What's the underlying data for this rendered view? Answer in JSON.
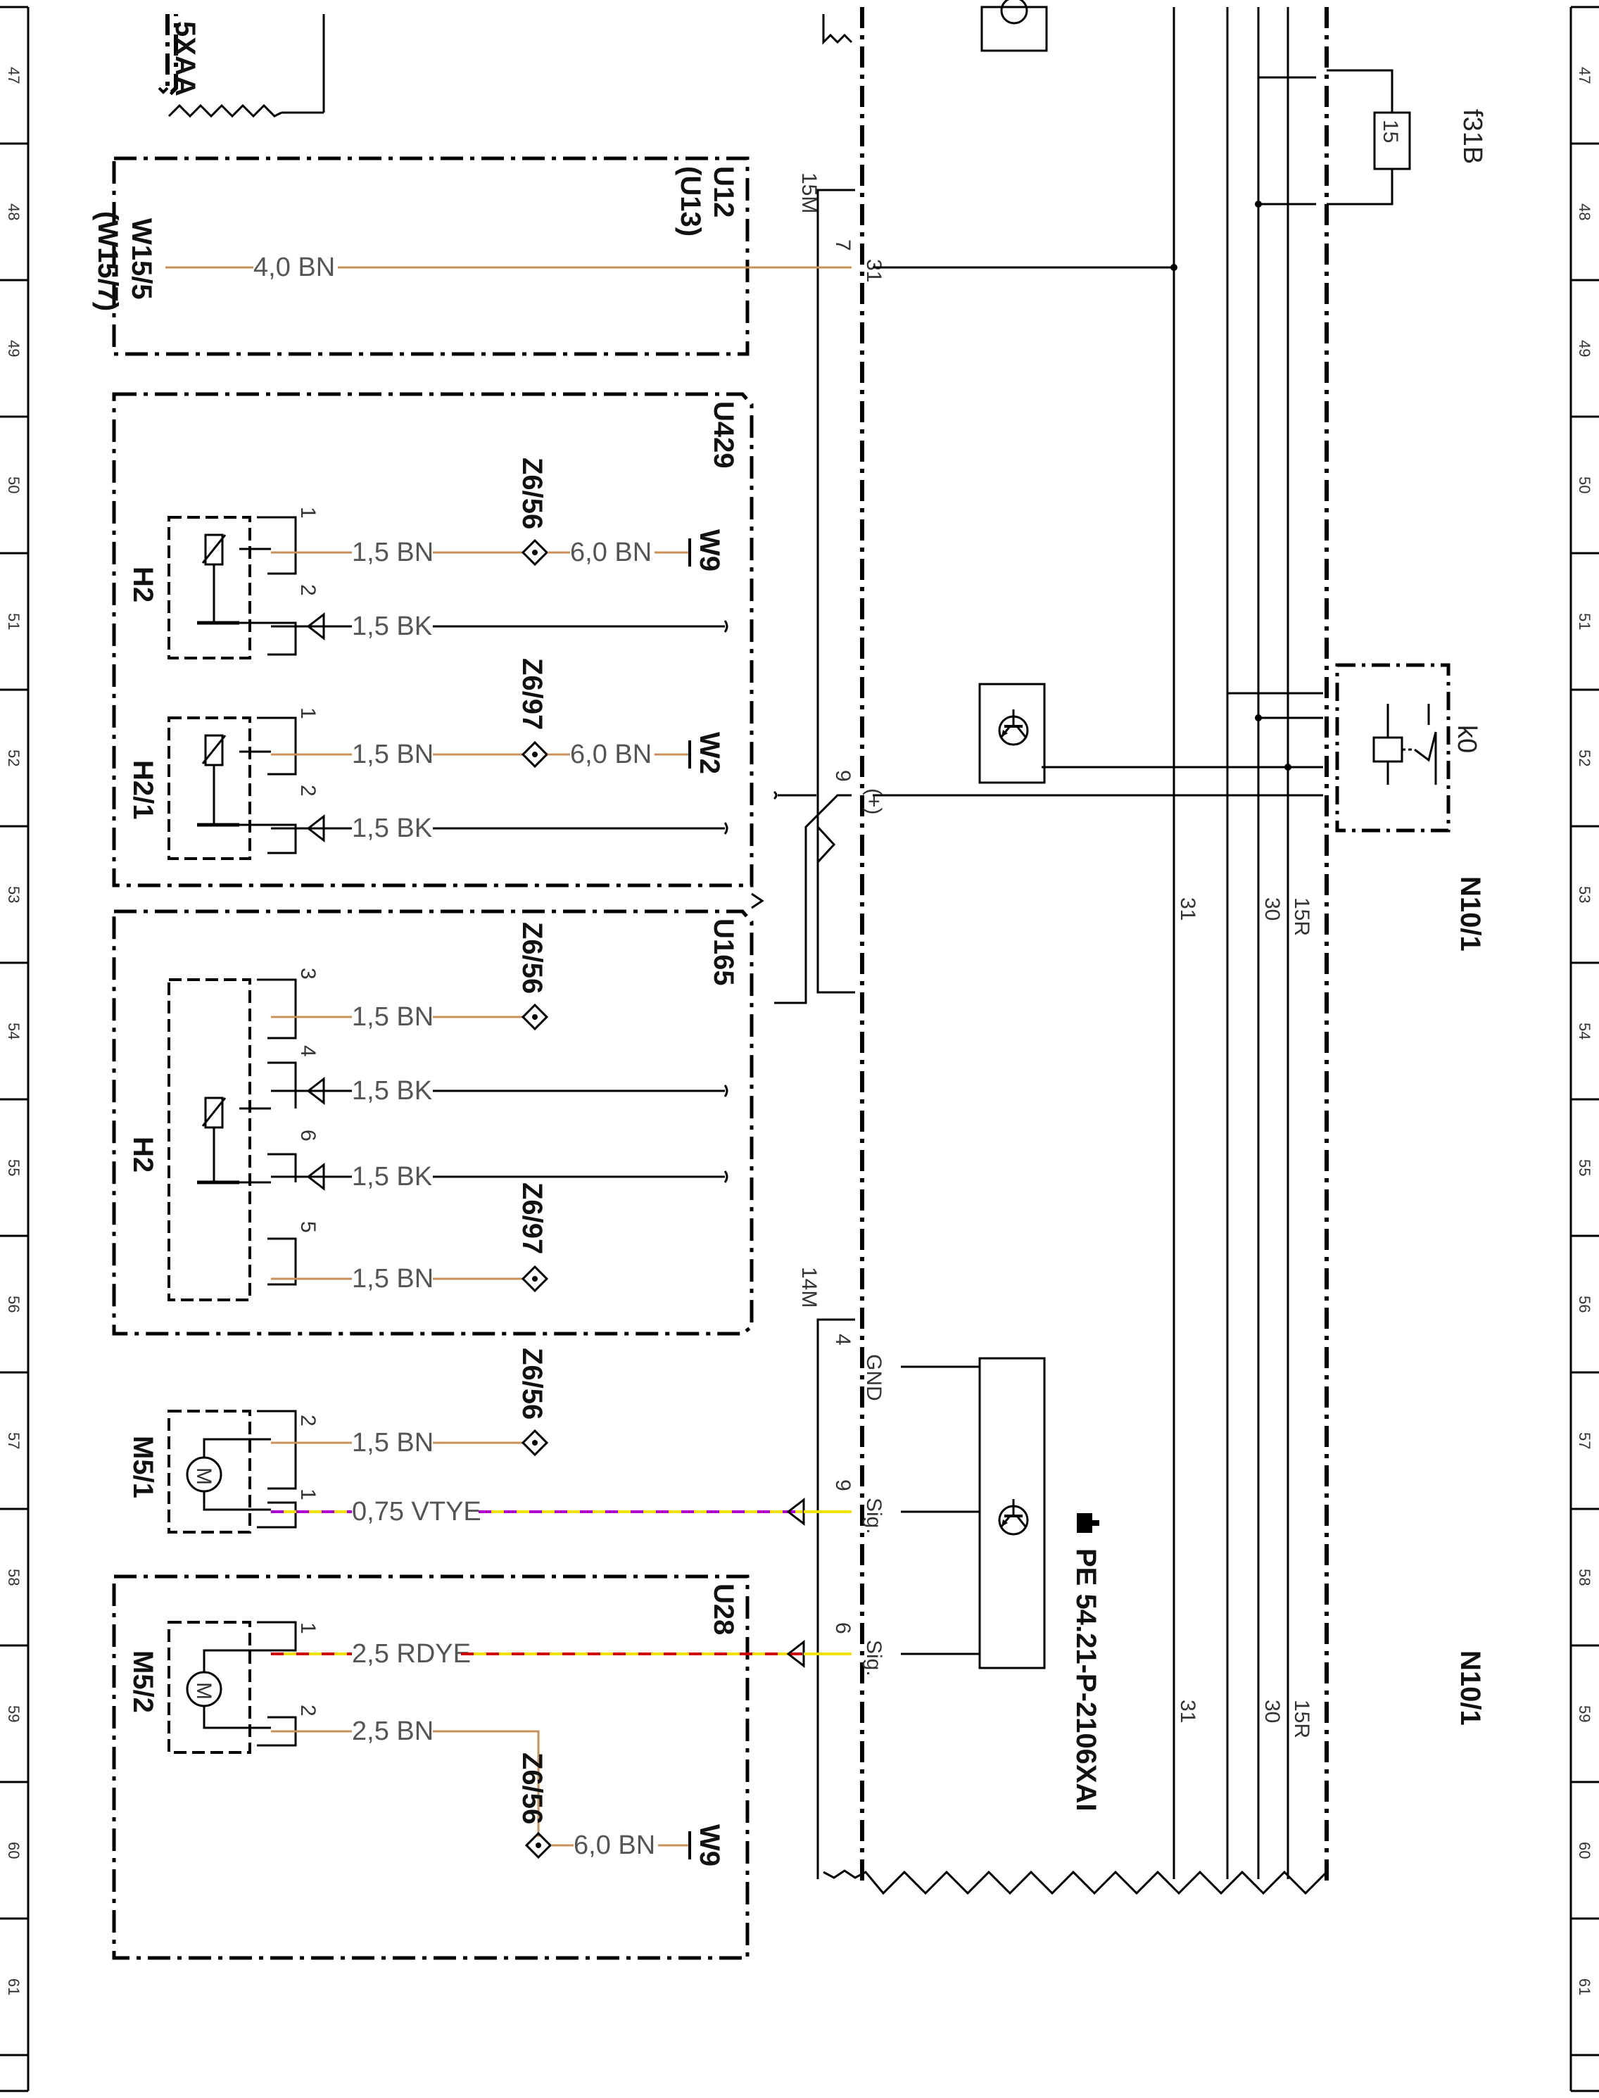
{
  "colors": {
    "wire_bn": "#c8915a",
    "wire_bk": "#000000",
    "wire_vt": "#b000d0",
    "wire_ye": "#f0e000",
    "wire_rd": "#d00000",
    "line": "#000000",
    "paper": "#ffffff"
  },
  "ruler": {
    "numbers": [
      "47",
      "48",
      "49",
      "50",
      "51",
      "52",
      "53",
      "54",
      "55",
      "56",
      "57",
      "58",
      "59",
      "60",
      "61"
    ]
  },
  "top_fragment": {
    "label": "5XAA"
  },
  "modules": {
    "u12": {
      "code": "U12",
      "alt": "(U13)"
    },
    "u429": {
      "code": "U429"
    },
    "u165": {
      "code": "U165"
    },
    "u28": {
      "code": "U28"
    }
  },
  "components": {
    "w15_5": {
      "name": "W15/5",
      "alt": "(W15/7)"
    },
    "h2_a": {
      "name": "H2"
    },
    "h2_1": {
      "name": "H2/1"
    },
    "h2_b": {
      "name": "H2"
    },
    "m5_1": {
      "name": "M5/1",
      "symbol": "M"
    },
    "m5_2": {
      "name": "M5/2",
      "symbol": "M"
    },
    "w9": "W9",
    "w2": "W2",
    "k0": "k0",
    "fuse": {
      "name": "f31B",
      "value": "15"
    },
    "n10_1_top": "N10/1",
    "n10_1_bottom": "N10/1"
  },
  "splices": {
    "z6_56": "Z6/56",
    "z6_97": "Z6/97"
  },
  "wires": {
    "w15_bn": "4,0 BN",
    "h2a_bn": "1,5 BN",
    "h2a_bn2": "6,0 BN",
    "h2a_bk": "1,5 BK",
    "h21_bn": "1,5 BN",
    "h21_bn2": "6,0 BN",
    "h21_bk": "1,5 BK",
    "h2b_3": "1,5 BN",
    "h2b_4": "1,5 BK",
    "h2b_6": "1,5 BK",
    "h2b_5": "1,5 BN",
    "m51_2": "1,5 BN",
    "m51_1": "0,75 VTYE",
    "m52_1": "2,5 RDYE",
    "m52_2": "2,5 BN",
    "m52_w9": "6,0 BN"
  },
  "connectors": {
    "c15m": "15M",
    "c14m": "14M",
    "pin7": "7",
    "pin31": "31",
    "pin9": "9",
    "plus": "(+)",
    "pin4": "4",
    "gnd": "GND",
    "pin9b": "9",
    "sig1": "Sig.",
    "pin6": "6",
    "sig2": "Sig."
  },
  "pins": {
    "h2a_1": "1",
    "h2a_2": "2",
    "h21_1": "1",
    "h21_2": "2",
    "h2b_3": "3",
    "h2b_4": "4",
    "h2b_6": "6",
    "h2b_5": "5",
    "m51_2": "2",
    "m51_1": "1",
    "m52_1": "1",
    "m52_2": "2"
  },
  "rails": {
    "r31": "31",
    "r30": "30",
    "r15r": "15R",
    "r31b": "31",
    "r30b": "30",
    "r15rb": "15R"
  },
  "reference": "PE 54.21-P-2106XAI",
  "icons": {
    "reference": "pointing-hand-icon",
    "transistor": "transistor-icon"
  }
}
